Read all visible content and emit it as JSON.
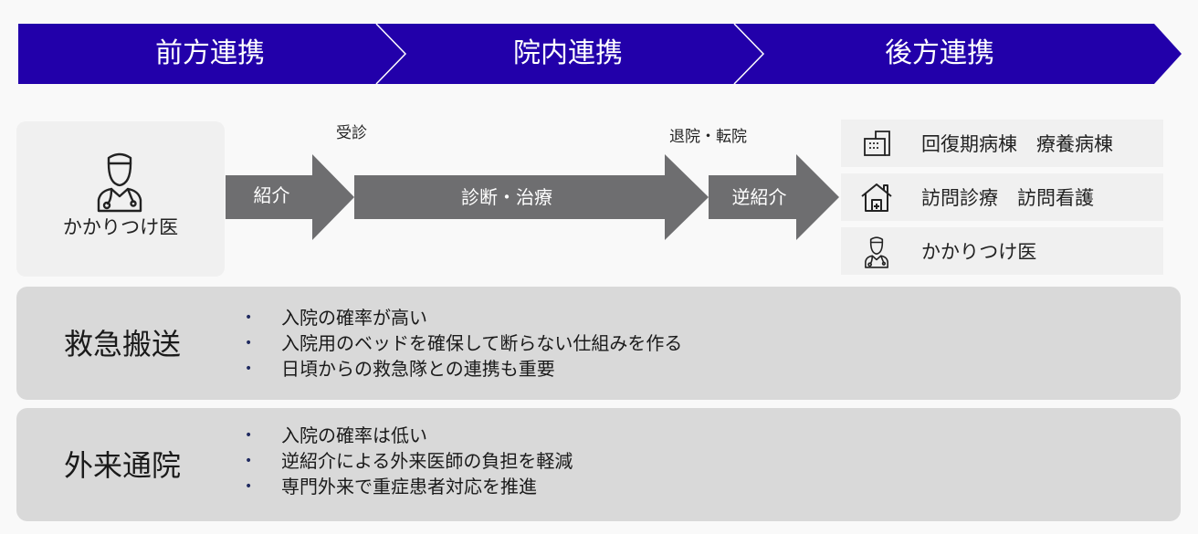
{
  "phases": [
    "前方連携",
    "院内連携",
    "後方連携"
  ],
  "colors": {
    "band": "#2200aa",
    "arrow": "#6e6e70",
    "box": "#f0f0f0",
    "panel": "#d9d9d9",
    "bullet": "#1f2a60"
  },
  "gp": {
    "label": "かかりつけ医",
    "icon": "doctor-icon"
  },
  "flow": {
    "referral": "紹介",
    "consult_label": "受診",
    "treatment": "診断・治療",
    "discharge_label": "退院・転院",
    "reverse_referral": "逆紹介"
  },
  "destinations": [
    {
      "icon": "hospital-building-icon",
      "label": "回復期病棟　療養病棟"
    },
    {
      "icon": "house-icon",
      "label": "訪問診療　訪問看護"
    },
    {
      "icon": "doctor-icon",
      "label": "かかりつけ医"
    }
  ],
  "panels": [
    {
      "title": "救急搬送",
      "items": [
        "入院の確率が高い",
        "入院用のベッドを確保して断らない仕組みを作る",
        "日頃からの救急隊との連携も重要"
      ]
    },
    {
      "title": "外来通院",
      "items": [
        "入院の確率は低い",
        "逆紹介による外来医師の負担を軽減",
        "専門外来で重症患者対応を推進"
      ]
    }
  ],
  "bullet_char": "•"
}
